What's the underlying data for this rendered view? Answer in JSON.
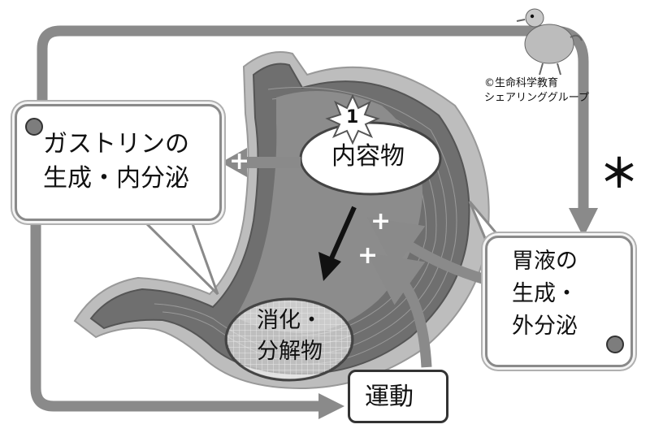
{
  "gastrin": {
    "line1": "ガストリンの",
    "line2": "生成・内分泌"
  },
  "contents": {
    "badge": "1",
    "label": "内容物"
  },
  "gastric_juice": {
    "line1": "胃液の",
    "line2": "生成・",
    "line3": "外分泌"
  },
  "digestion": {
    "line1": "消化・",
    "line2": "分解物"
  },
  "motility": {
    "label": "運動"
  },
  "credit": {
    "line1": "©生命科学教育",
    "line2": "シェアリンググループ"
  },
  "asterisk": "＊",
  "plus_sign": "+",
  "colors": {
    "flow_arrow": "#8a8a8a",
    "stomach_wall": "#6f6f6f",
    "stomach_outer": "#bdbdbd",
    "callout_border": "#8a8a8a"
  }
}
